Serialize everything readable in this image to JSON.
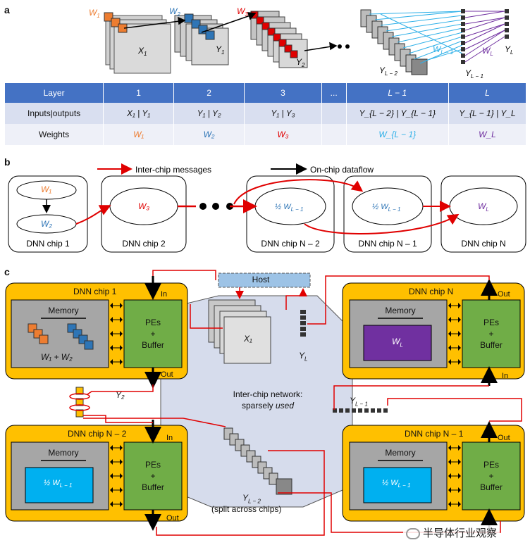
{
  "panels": {
    "a": "a",
    "b": "b",
    "c": "c"
  },
  "panel_a": {
    "layer_labels": {
      "w1": "W",
      "w1_sub": "1",
      "w2": "W",
      "w2_sub": "2",
      "w3": "W",
      "w3_sub": "3",
      "x1": "X",
      "x1_sub": "1",
      "y1": "Y",
      "y1_sub": "1",
      "y2": "Y",
      "y2_sub": "2",
      "ylm2": "Y",
      "ylm2_sub": "L − 2",
      "wlm1": "W",
      "wlm1_sub": "L − 1",
      "wl": "W",
      "wl_sub": "L",
      "ylm1": "Y",
      "ylm1_sub": "L − 1",
      "yl": "Y",
      "yl_sub": "L"
    },
    "table": {
      "headers": [
        "Layer",
        "1",
        "2",
        "3",
        "...",
        "L − 1",
        "L"
      ],
      "row_inputs_label": "Inputs|outputs",
      "row_inputs": [
        "X₁ | Y₁",
        "Y₁ | Y₂",
        "Y₁ | Y₃",
        "",
        "Y_{L − 2} | Y_{L − 1}",
        "Y_{L − 1} | Y_L"
      ],
      "row_weights_label": "Weights",
      "row_weights": [
        "W₁",
        "W₂",
        "W₃",
        "",
        "W_{L − 1}",
        "W_L"
      ]
    }
  },
  "panel_b": {
    "legend_inter": "Inter-chip messages",
    "legend_onchip": "On-chip dataflow",
    "chips": [
      "DNN chip 1",
      "DNN chip 2",
      "DNN chip N – 2",
      "DNN chip N – 1",
      "DNN chip N"
    ],
    "w1": "W₁",
    "w2": "W₂",
    "w3": "W₃",
    "half_wlm1": "½ W",
    "half_wlm1_sub": "L − 1",
    "wl": "W",
    "wl_sub": "L"
  },
  "panel_c": {
    "host": "Host",
    "chip1_title": "DNN chip 1",
    "chipN_title": "DNN chip N",
    "chipNm2_title": "DNN chip N – 2",
    "chipNm1_title": "DNN chip N – 1",
    "memory": "Memory",
    "pes": "PEs\n+\nBuffer",
    "pes_line1": "PEs",
    "pes_line2": "+",
    "pes_line3": "Buffer",
    "in": "In",
    "out": "Out",
    "w1w2": "W₁ + W₂",
    "wl": "W",
    "wl_sub": "L",
    "half_wlm1": "½ W",
    "half_wlm1_sub": "L − 1",
    "x1": "X₁",
    "yl": "Y",
    "yl_sub": "L",
    "y2": "Y₂",
    "ylm1": "Y",
    "ylm1_sub": "L − 1",
    "ylm2": "Y",
    "ylm2_sub": "L − 2",
    "network_line1": "Inter-chip network:",
    "network_line2a": "sparsely ",
    "network_line2b": "used",
    "split": "(split across chips)"
  },
  "watermark": "半导体行业观察",
  "colors": {
    "orange": "#ed7d31",
    "blue": "#2e75b6",
    "red": "#e00000",
    "purple": "#7030a0",
    "lightblue": "#00b0f0",
    "chipyellow": "#ffc000",
    "green": "#70ad47",
    "tablehead": "#4472c4"
  }
}
